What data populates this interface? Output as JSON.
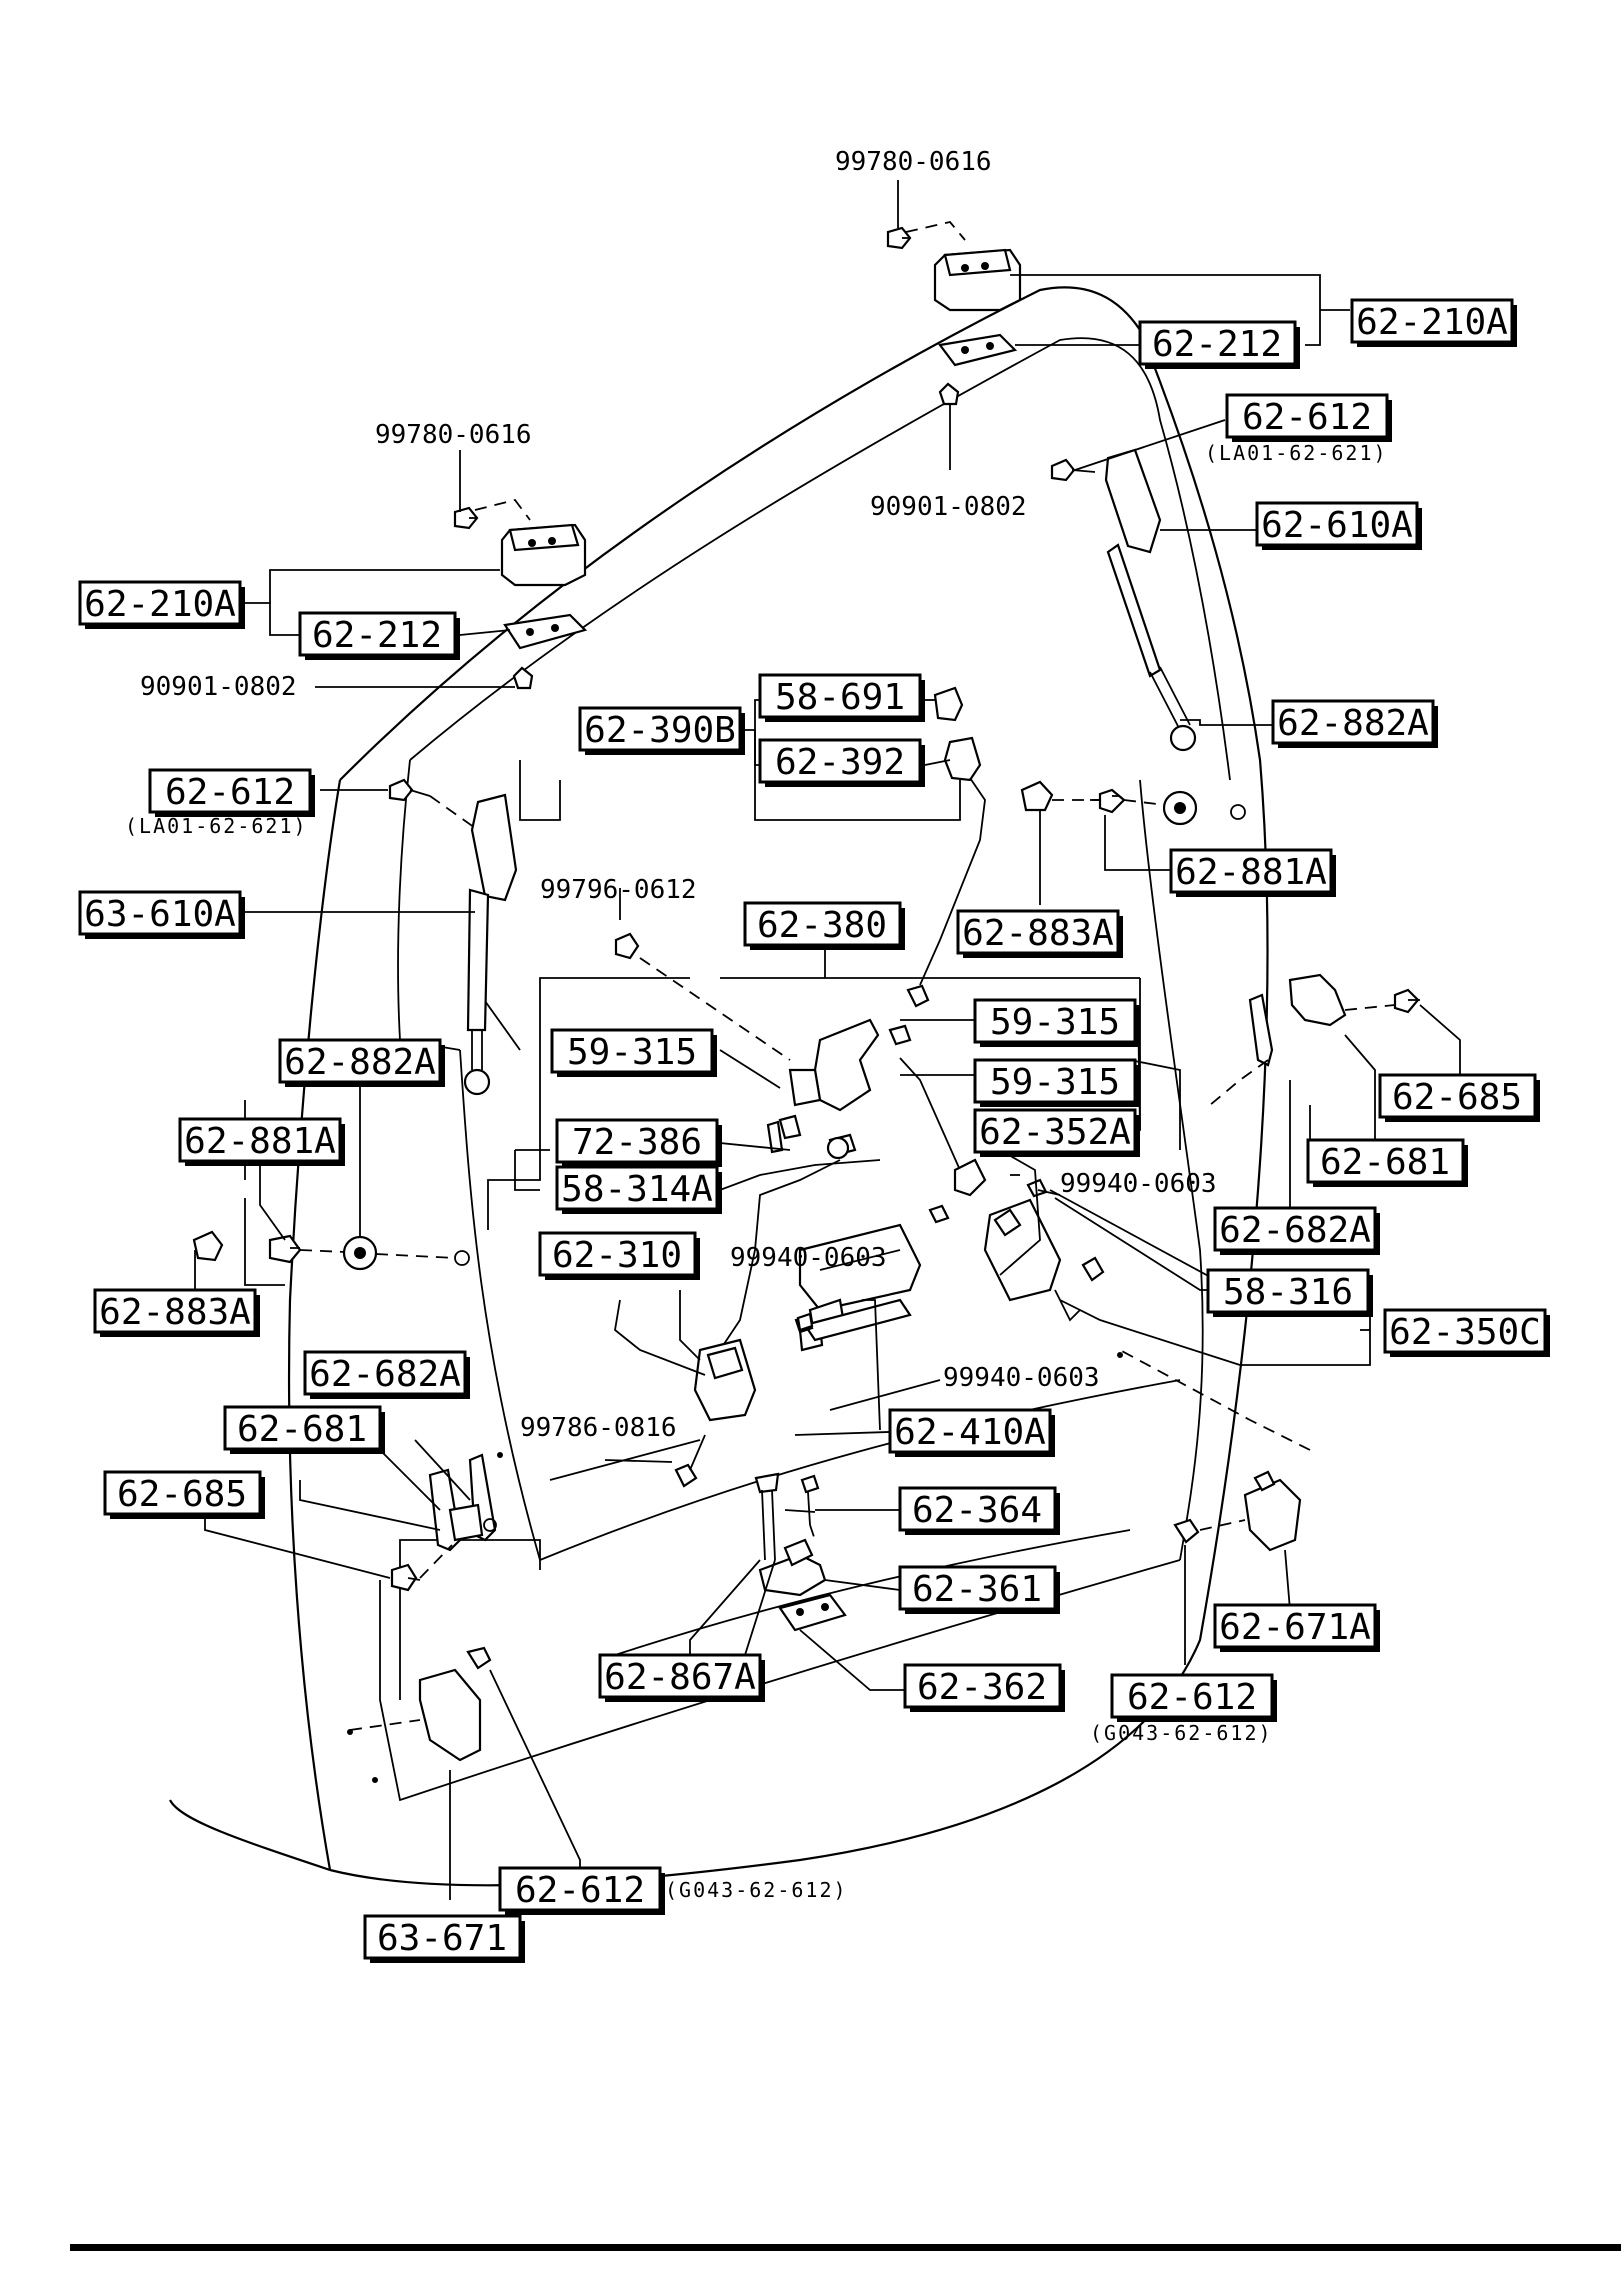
{
  "parts": {
    "p62_210A_top": "62-210A",
    "p62_212_top": "62-212",
    "p62_612_top": "62-612",
    "p62_612_top_sub": "(LA01-62-621)",
    "p62_610A": "62-610A",
    "p62_882A_right": "62-882A",
    "p62_881A_right": "62-881A",
    "p62_883A_right": "62-883A",
    "p62_210A_left": "62-210A",
    "p62_212_left": "62-212",
    "p62_612_left": "62-612",
    "p62_612_left_sub": "(LA01-62-621)",
    "p63_610A": "63-610A",
    "p62_390B": "62-390B",
    "p58_691": "58-691",
    "p62_392": "62-392",
    "p62_380": "62-380",
    "p59_315_a": "59-315",
    "p59_315_b": "59-315",
    "p59_315_c": "59-315",
    "p62_352A": "62-352A",
    "p72_386": "72-386",
    "p58_314A": "58-314A",
    "p62_882A_left": "62-882A",
    "p62_881A_left": "62-881A",
    "p62_883A_left": "62-883A",
    "p62_685_right": "62-685",
    "p62_681_right": "62-681",
    "p62_682A_right": "62-682A",
    "p58_316": "58-316",
    "p62_350C": "62-350C",
    "p62_310": "62-310",
    "p62_410A": "62-410A",
    "p62_682A_left": "62-682A",
    "p62_681_left": "62-681",
    "p62_685_left": "62-685",
    "p62_364": "62-364",
    "p62_361": "62-361",
    "p62_867A": "62-867A",
    "p62_362": "62-362",
    "p62_671A": "62-671A",
    "p62_612_br": "62-612",
    "p62_612_br_sub": "(G043-62-612)",
    "p62_612_bottom": "62-612",
    "p62_612_bottom_sub": "(G043-62-612)",
    "p63_671": "63-671"
  },
  "fasteners": {
    "f99780_top": "99780-0616",
    "f99780_left": "99780-0616",
    "f90901_top": "90901-0802",
    "f90901_left": "90901-0802",
    "f99796": "99796-0612",
    "f99940_a": "99940-0603",
    "f99940_b": "99940-0603",
    "f99940_c": "99940-0603",
    "f99786": "99786-0816"
  }
}
